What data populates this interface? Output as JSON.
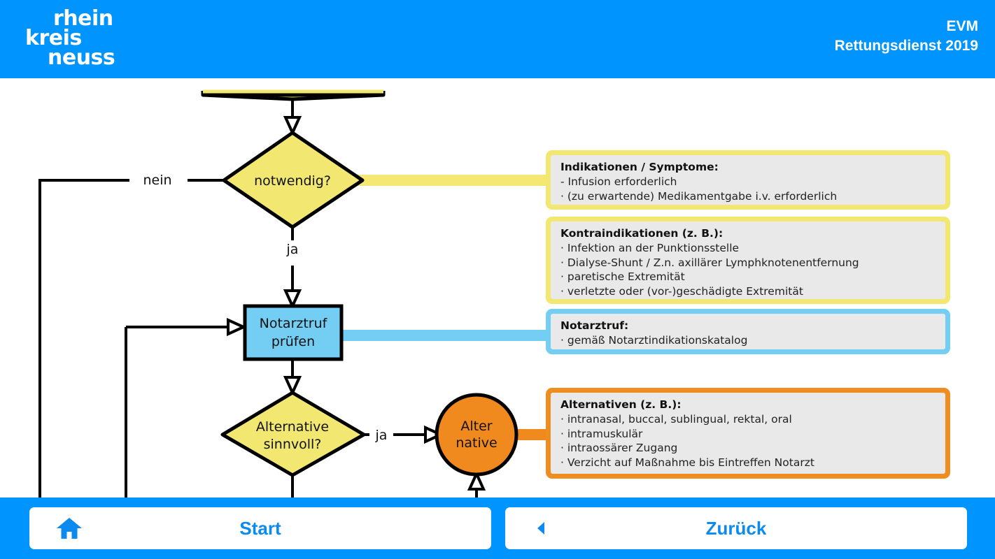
{
  "header": {
    "logo": {
      "line1": "rhein",
      "line2": "kreis",
      "line3": "neuss"
    },
    "title": "EVM",
    "subtitle": "Rettungsdienst 2019",
    "bg_color": "#0094ff"
  },
  "flowchart": {
    "nodes": [
      {
        "id": "cut-top",
        "type": "diamond-clipped",
        "label": "",
        "fill": "#f2e871"
      },
      {
        "id": "notwendig",
        "type": "diamond",
        "label": "notwendig?",
        "fill": "#f2e871"
      },
      {
        "id": "notarztruf",
        "type": "rect",
        "label_1": "Notarztruf",
        "label_2": "prüfen",
        "fill": "#74cdf2"
      },
      {
        "id": "alternative-q",
        "type": "diamond",
        "label_1": "Alternative",
        "label_2": "sinnvoll?",
        "fill": "#f2e871"
      },
      {
        "id": "alternative",
        "type": "circle",
        "label_1": "Alter",
        "label_2": "native",
        "fill": "#f08a1e"
      }
    ],
    "edge_labels": {
      "nein": "nein",
      "ja_notwendig": "ja",
      "ja_alternative": "ja"
    },
    "colors": {
      "stroke": "#000000",
      "yellow_connector": "#f5e872",
      "blue_connector": "#74cdf2",
      "orange_connector": "#f08a1e"
    }
  },
  "info_boxes": [
    {
      "id": "indikationen",
      "accent": "#f2e871",
      "title": "Indikationen / Symptome:",
      "lines": [
        "- Infusion erforderlich",
        "· (zu erwartende) Medikamentgabe i.v. erforderlich"
      ]
    },
    {
      "id": "kontraindikationen",
      "accent": "#f2e871",
      "title": "Kontraindikationen (z. B.):",
      "lines": [
        "· Infektion an der Punktionsstelle",
        "· Dialyse-Shunt / Z.n. axillärer Lymphknotenentfernung",
        "· paretische Extremität",
        "· verletzte oder (vor-)geschädigte Extremität"
      ]
    },
    {
      "id": "notarztruf",
      "accent": "#74cdf2",
      "title": "Notarztruf:",
      "lines": [
        "· gemäß Notarztindikationskatalog"
      ]
    },
    {
      "id": "alternativen",
      "accent": "#ef8e20",
      "title": "Alternativen (z. B.):",
      "lines": [
        "· intranasal, buccal, sublingual, rektal, oral",
        "· intramuskulär",
        "· intraossärer Zugang",
        "· Verzicht auf Maßnahme bis Eintreffen Notarzt"
      ]
    }
  ],
  "footer": {
    "start_label": "Start",
    "back_label": "Zurück",
    "home_icon": "home-icon",
    "back_icon": "triangle-left-icon",
    "bg_color": "#0094ff",
    "button_text_color": "#0b8af0"
  }
}
